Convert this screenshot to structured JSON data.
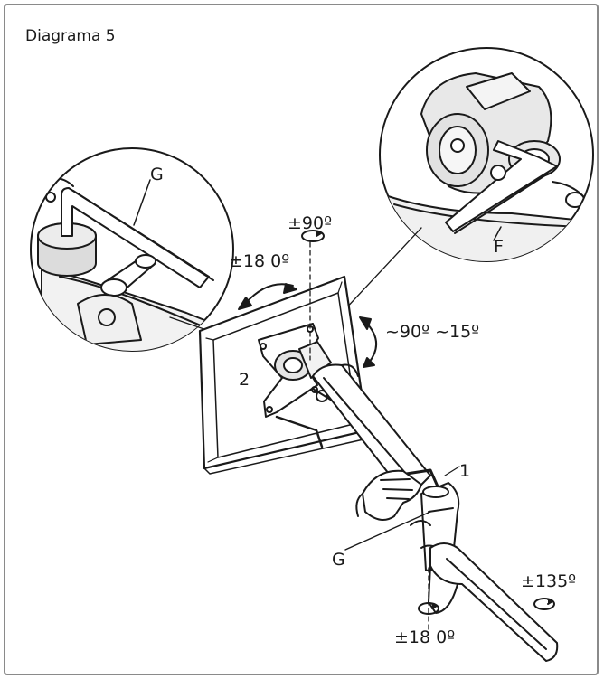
{
  "title": "Diagrama 5",
  "labels": {
    "callout_left": "G",
    "callout_right": "F",
    "rot_top": "±90º",
    "rot_left": "±18 0º",
    "tilt": "~90º ~15º",
    "step_2": "2",
    "step_1": "1",
    "tool_g": "G",
    "base_rot": "±18 0º",
    "arm_rot": "±135º"
  }
}
